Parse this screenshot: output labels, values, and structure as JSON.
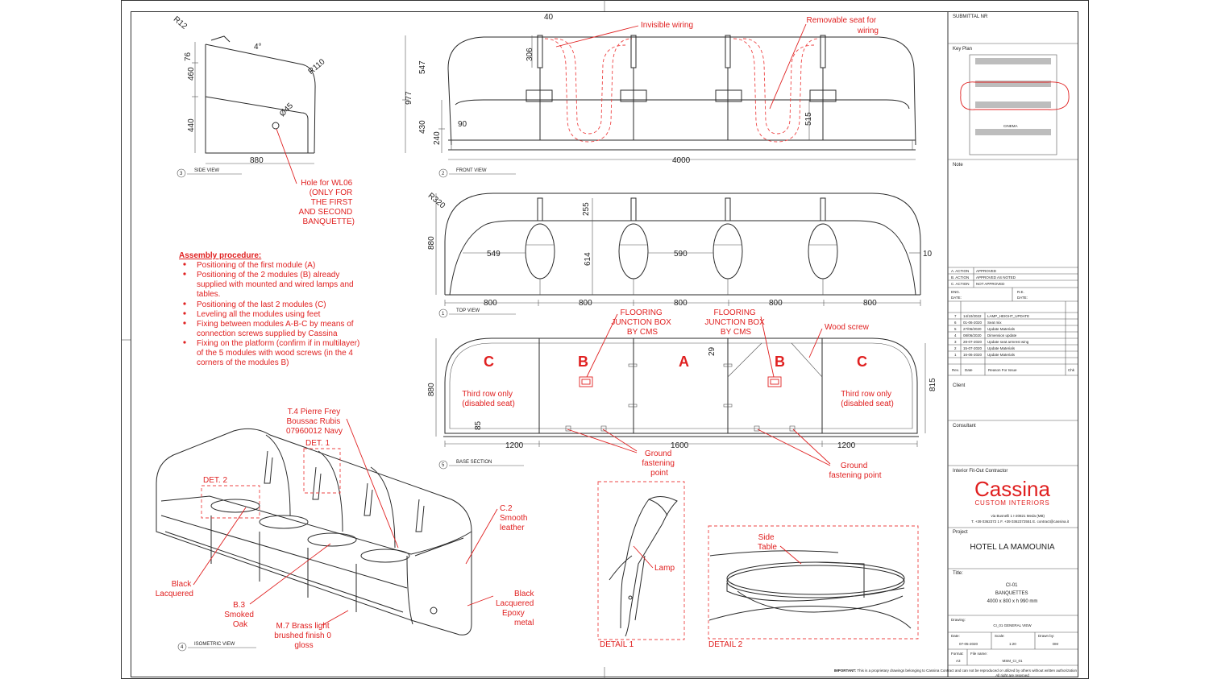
{
  "side_view": {
    "label": "SIDE VIEW",
    "num": "3",
    "dims": {
      "r12": "R12",
      "angle": "4°",
      "r110": "R110",
      "h76": "76",
      "h460": "460",
      "h440": "440",
      "d45": "Ø45",
      "w880": "880"
    },
    "hole_note": [
      "Hole for WL06",
      "(ONLY FOR",
      "THE FIRST",
      "AND SECOND",
      "BANQUETTE)"
    ]
  },
  "front_view": {
    "label": "FRONT VIEW",
    "num": "2",
    "dims": {
      "d40": "40",
      "d306": "306",
      "d547": "547",
      "d977": "977",
      "d430": "430",
      "d240": "240",
      "d90": "90",
      "d515": "515",
      "d4000": "4000"
    },
    "wiring_note": "Invisible wiring",
    "seat_note": [
      "Removable seat for",
      "wiring"
    ]
  },
  "top_view": {
    "label": "TOP VIEW",
    "num": "1",
    "dims": {
      "r320": "R320",
      "d255": "255",
      "d880": "880",
      "d549": "549",
      "d614": "614",
      "d590": "590",
      "d10": "10"
    },
    "segments": [
      "800",
      "800",
      "800",
      "800",
      "800"
    ]
  },
  "base_section": {
    "label": "BASE SECTION",
    "num": "5",
    "modules": [
      "C",
      "B",
      "A",
      "B",
      "C"
    ],
    "third_row": [
      "Third row only",
      "(disabled seat)"
    ],
    "junction_note": [
      "FLOORING",
      "JUNCTION BOX",
      "BY CMS"
    ],
    "wood_screw": "Wood screw",
    "dims": {
      "d29": "29",
      "d880": "880",
      "d815": "815",
      "d85": "85",
      "w1": "1200",
      "w2": "1600",
      "w3": "1200"
    },
    "ground_note": [
      "Ground",
      "fastening",
      "point"
    ],
    "ground_note2": [
      "Ground",
      "fastening point"
    ]
  },
  "assembly": {
    "title": "Assembly procedure:",
    "steps": [
      [
        "Positioning of the first module (A)"
      ],
      [
        "Positioning of the 2 modules (B) already",
        "supplied with mounted and wired lamps and",
        "tables."
      ],
      [
        "Positioning of the last 2 modules (C)"
      ],
      [
        "Leveling all the modules using feet"
      ],
      [
        "Fixing between modules A-B-C by means of",
        "connection screws supplied by Cassina"
      ],
      [
        "Fixing on the platform (confirm if in multilayer)",
        "of the 5 modules with wood screws (in the 4",
        "corners of the modules B)"
      ]
    ]
  },
  "isometric": {
    "label": "ISOMETRIC VIEW",
    "num": "4",
    "fabric_note": [
      "T.4 Pierre Frey",
      "Boussac Rubis",
      "07960012 Navy"
    ],
    "det1": "DET. 1",
    "det2": "DET. 2",
    "leather_note": [
      "C.2",
      "Smooth",
      "leather"
    ],
    "black_lacquered": [
      "Black",
      "Lacquered"
    ],
    "smoked_oak": [
      "B.3",
      "Smoked",
      "Oak"
    ],
    "brass": [
      "M.7 Brass light",
      "brushed finish 0",
      "gloss"
    ],
    "epoxy": [
      "Black",
      "Lacquered",
      "Epoxy",
      "metal"
    ]
  },
  "detail1": {
    "label": "DETAIL 1",
    "lamp": "Lamp"
  },
  "detail2": {
    "label": "DETAIL 2",
    "side_table": [
      "Side",
      "Table"
    ]
  },
  "title_block": {
    "submittal": "SUBMITTAL NR",
    "key_plan": "Key Plan",
    "cinema": "CINEMA",
    "note": "Note",
    "actions": [
      [
        "A. ACTION",
        "APPROVED"
      ],
      [
        "B. ACTION",
        "APPROVED  AS  NOTED"
      ],
      [
        "C. ACTION",
        "NOT  APPROVED"
      ]
    ],
    "eng": [
      "ENG.",
      "DATE:"
    ],
    "re": [
      "R.E.",
      "DATE:"
    ],
    "revisions": [
      [
        "7",
        "14/10/2022",
        "LAMP_HEIGHT_UPDATE"
      ],
      [
        "6",
        "01-06-2020",
        "Seat mix"
      ],
      [
        "5",
        "27/06/2020",
        "Update Materials"
      ],
      [
        "4",
        "08/06/2020",
        "Dimension update"
      ],
      [
        "3",
        "28-07-2020",
        "Update seat armrest wing"
      ],
      [
        "2",
        "15-07-2020",
        "Update Materials"
      ],
      [
        "1",
        "16-06-2020",
        "Update Materials"
      ]
    ],
    "rev_headers": [
      "Rev.",
      "Date",
      "Reason For  Issue",
      "Chk"
    ],
    "client": "Client",
    "consultant": "Consultant",
    "contractor": "Interior Fit-Out Contractor",
    "brand": "Cassina",
    "brand_sub": "CUSTOM INTERIORS",
    "address": "via Busnelli 1 I-20821 Meda (MB)",
    "contacts": "T. +39 0362372 1  F. +39 0362372551  E. contract@cassina.it",
    "project_label": "Project",
    "project": "HOTEL LA MAMOUNIA",
    "title_label": "Title:",
    "title_lines": [
      "CI-01",
      "BANQUETTES",
      "4000 x 800 x h 990 mm"
    ],
    "drawing_label": "Drawing:",
    "drawing": "CI_01 GENERAL VIEW",
    "date_label": "Date:",
    "date": "07-05-2020",
    "scale_label": "Scale:",
    "scale": "1:20",
    "drawn_label": "Drawn by:",
    "drawn": "DM",
    "format_label": "Format:",
    "format": "A3",
    "file_label": "File name:",
    "file": "MSM_CI_01",
    "important_label": "IMPORTANT:",
    "important": "This is a proprietary drawings belonging to Cassina Contract and can not be reproduced or utilized by others without written authorization",
    "rights": "All right are reserved"
  },
  "colors": {
    "annotation": "#e02020",
    "line": "#2a2a2a",
    "brand": "#e02020"
  }
}
